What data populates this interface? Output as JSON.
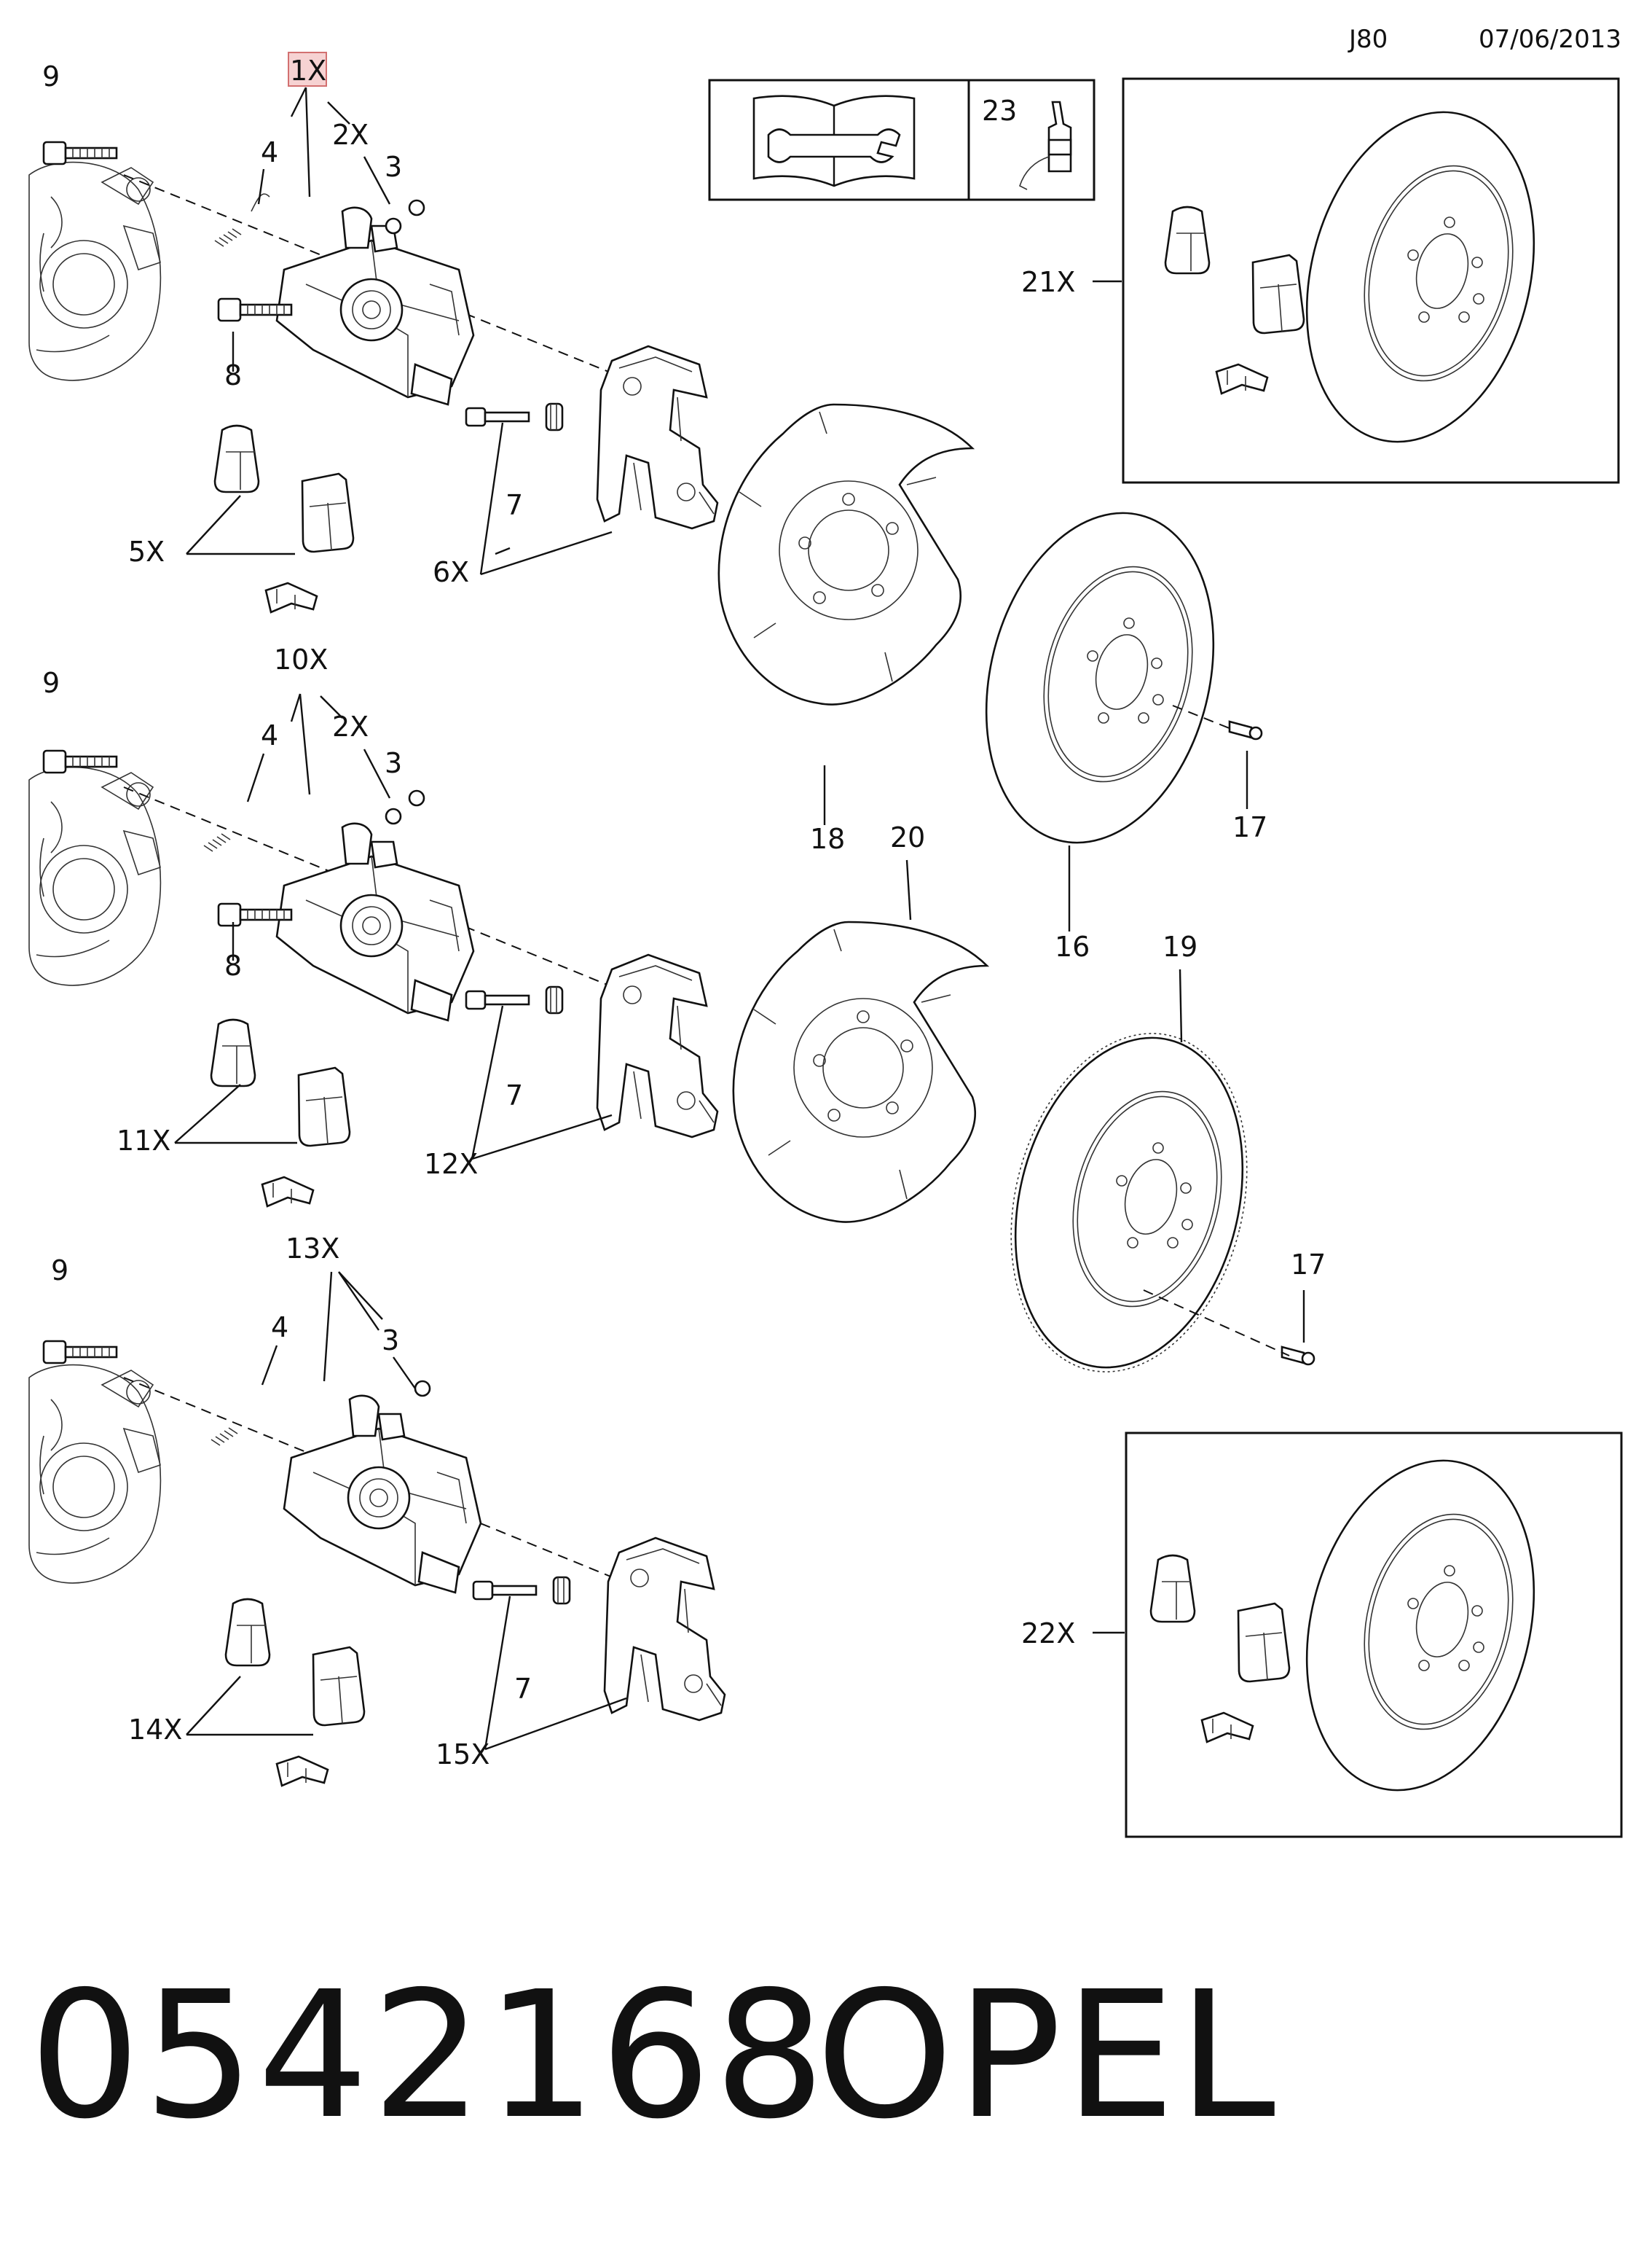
{
  "header": {
    "code": "J80",
    "date": "07/06/2013"
  },
  "footer": {
    "part_number": "0542168",
    "brand": "OPEL"
  },
  "icon_box": {
    "icons": [
      "manual-book-icon",
      "wrench-icon",
      "lubricant-bottle-icon"
    ],
    "ref": "23"
  },
  "labels": {
    "g1": {
      "bolt": "9",
      "caliper": "1X",
      "spring": "4",
      "bleeder": "2X",
      "cap": "3",
      "guide_bolt": "8",
      "pads": "5X",
      "pin": "7",
      "bracket": "6X"
    },
    "g2": {
      "bolt": "9",
      "caliper": "10X",
      "spring": "4",
      "bleeder": "2X",
      "cap": "3",
      "guide_bolt": "8",
      "pads": "11X",
      "pin": "7",
      "bracket": "12X"
    },
    "g3": {
      "bolt": "9",
      "caliper": "13X",
      "spring": "4",
      "cap": "3",
      "pads": "14X",
      "pin": "7",
      "bracket": "15X"
    },
    "shield_top": "18",
    "shield_bottom": "20",
    "disc_top": "16",
    "disc_vented": "19",
    "screw_top": "17",
    "screw_bottom": "17",
    "kit_top": "21X",
    "kit_bottom": "22X"
  },
  "colors": {
    "highlight_fill": "#f6d2d2",
    "highlight_stroke": "#d27070",
    "ink": "#111111"
  }
}
